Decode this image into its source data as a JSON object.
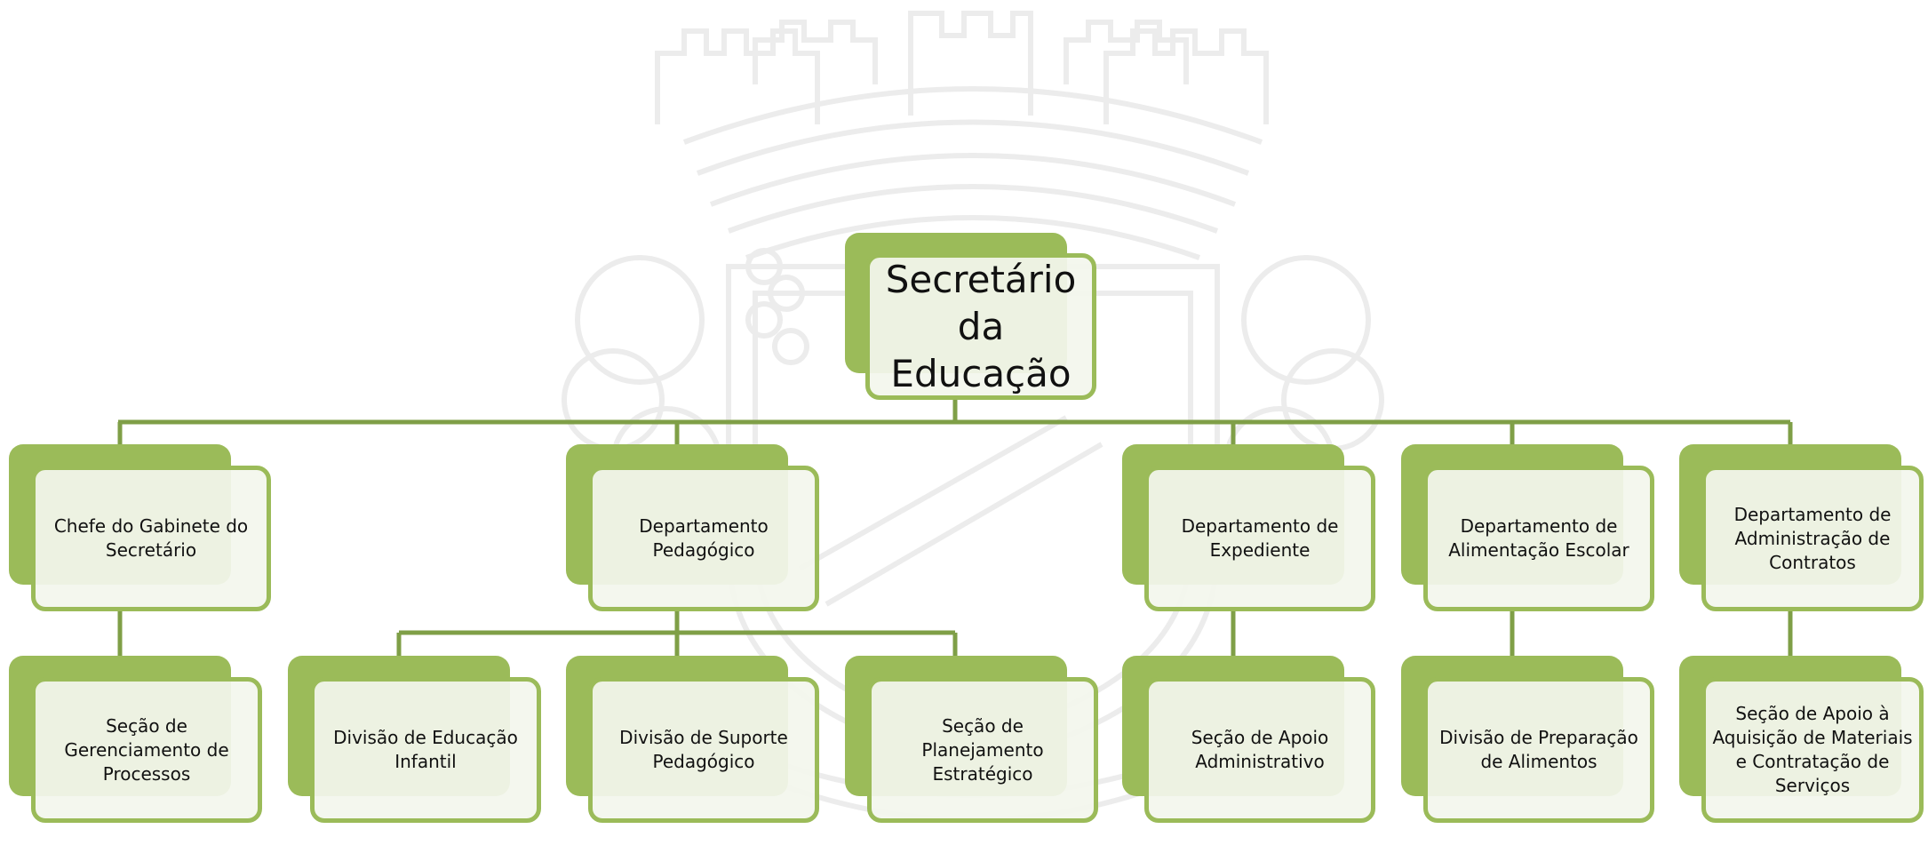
{
  "org_chart": {
    "root": {
      "label": "Secretário da Educação"
    },
    "departments": [
      {
        "label": "Chefe do Gabinete do Secretário"
      },
      {
        "label": "Departamento Pedagógico"
      },
      {
        "label": "Departamento de Expediente"
      },
      {
        "label": "Departamento de Alimentação Escolar"
      },
      {
        "label": "Departamento de Administração de Contratos"
      }
    ],
    "subunits": [
      {
        "label": "Seção de Gerenciamento de Processos",
        "parent": "Chefe do Gabinete do Secretário"
      },
      {
        "label": "Divisão de Educação Infantil",
        "parent": "Departamento Pedagógico"
      },
      {
        "label": "Divisão de Suporte Pedagógico",
        "parent": "Departamento Pedagógico"
      },
      {
        "label": "Seção de Planejamento Estratégico",
        "parent": "Departamento Pedagógico"
      },
      {
        "label": "Seção de Apoio Administrativo",
        "parent": "Departamento de Expediente"
      },
      {
        "label": "Divisão de Preparação de Alimentos",
        "parent": "Departamento de Alimentação Escolar"
      },
      {
        "label": "Seção de Apoio à Aquisição de Materiais e Contratação de Serviços",
        "parent": "Departamento de Administração de Contratos"
      }
    ]
  },
  "colors": {
    "accent": "#9bbb59",
    "connector": "#7f9f47",
    "box_fill": "#f3f6ed",
    "watermark": "#ececec"
  }
}
